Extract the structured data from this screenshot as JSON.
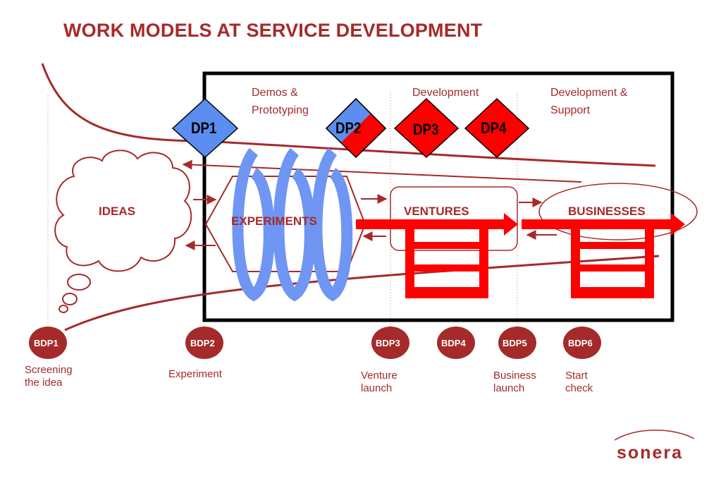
{
  "title": "WORK MODELS AT SERVICE DEVELOPMENT",
  "phases": {
    "demos": "Demos &\nPrototyping",
    "development": "Development",
    "support": "Development &\nSupport"
  },
  "decision_points": [
    "DP1",
    "DP2",
    "DP3",
    "DP4"
  ],
  "stages": {
    "ideas": "IDEAS",
    "experiments": "EXPERIMENTS",
    "ventures": "VENTURES",
    "businesses": "BUSINESSES"
  },
  "business_decision_points": [
    {
      "label": "BDP1",
      "caption": "Screening\nthe idea"
    },
    {
      "label": "BDP2",
      "caption": "Experiment"
    },
    {
      "label": "BDP3",
      "caption": "Venture\nlaunch"
    },
    {
      "label": "BDP4",
      "caption": ""
    },
    {
      "label": "BDP5",
      "caption": "Business\nlaunch"
    },
    {
      "label": "BDP6",
      "caption": "Start\ncheck"
    }
  ],
  "logo": "sonera",
  "colors": {
    "brand": "#a52a2a",
    "dp_blue": "#5b8ef0",
    "dp_red": "#ff0000",
    "spiral_blue": "#6f96f2",
    "flow_red": "#ff0000"
  }
}
